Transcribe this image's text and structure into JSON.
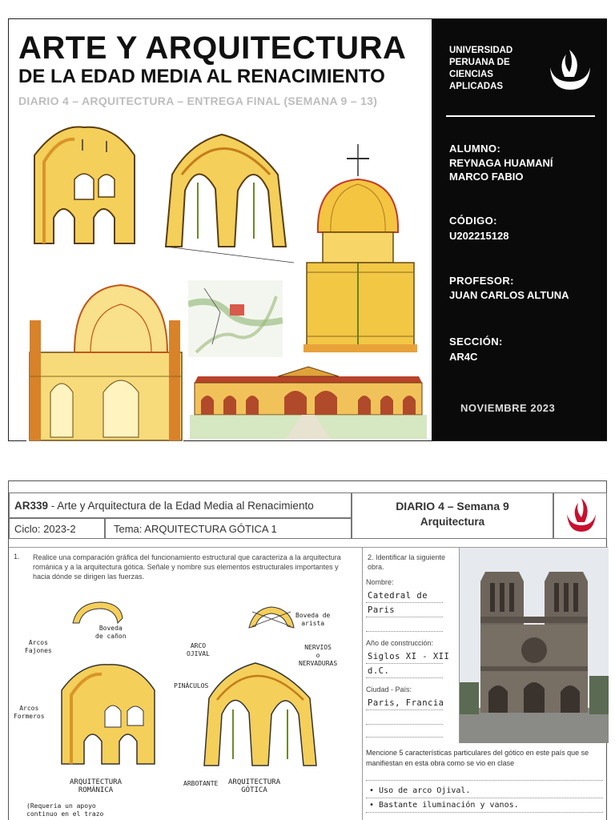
{
  "cover": {
    "title_main": "ARTE Y ARQUITECTURA",
    "title_sub": "DE LA EDAD MEDIA AL RENACIMIENTO",
    "title_diary": "DIARIO 4 – ARQUITECTURA – ENTREGA FINAL (SEMANA 9 – 13)",
    "university": "UNIVERSIDAD PERUANA DE CIENCIAS APLICADAS",
    "student_label": "ALUMNO:",
    "student_name_1": "REYNAGA HUAMANÍ",
    "student_name_2": "MARCO FABIO",
    "code_label": "CÓDIGO:",
    "code_value": "U202215128",
    "teacher_label": "PROFESOR:",
    "teacher_value": "JUAN CARLOS ALTUNA",
    "section_label": "SECCIÓN:",
    "section_value": "AR4C",
    "date": "NOVIEMBRE 2023",
    "colors": {
      "sketch_fill": "#f2c744",
      "black_panel": "#0a0a0a",
      "brand_red": "#c8102e"
    }
  },
  "sheet": {
    "course_code": "AR339",
    "course_name": " - Arte y Arquitectura de la Edad Media al Renacimiento",
    "cycle": "Ciclo: 2023-2",
    "theme": "Tema: ARQUITECTURA GÓTICA 1",
    "diary_line_1": "DIARIO 4 – Semana 9",
    "diary_line_2": "Arquitectura",
    "q1_num": "1.",
    "q1_text": "Realice una comparación gráfica del funcionamiento estructural que caracteriza a la arquitectura románica y a la arquitectura gótica. Señale y nombre sus elementos estructurales importantes y hacia dónde se dirigen las fuerzas.",
    "labels": {
      "boveda_canon": "Boveda\nde cañon",
      "arcos_fajones": "Arcos\nFajones",
      "arcos_formeros": "Arcos\nFormeros",
      "arq_romanica": "ARQUITECTURA\nROMÁNICA",
      "requeria": "(Requeria un apoyo\ncontinuo en el trazo",
      "boveda_arista": "Boveda de\narista",
      "arco_ojival": "ARCO\nOJIVAL",
      "nervios": "NERVIOS\no\nNERVADURAS",
      "pinaculos": "PINÁCULOS",
      "arbotante": "ARBOTANTE",
      "arq_gotica": "ARQUITECTURA\nGÓTICA"
    },
    "q2_label": "2.   Identificar la siguiente obra.",
    "name_label": "Nombre:",
    "name_value_1": "Catedral de",
    "name_value_2": "Paris",
    "year_label": "Año de construcción:",
    "year_value_1": "Siglos XI - XII",
    "year_value_2": "d.C.",
    "city_label": "Ciudad - País:",
    "city_value": "Paris, Francia",
    "q3_text": "Mencione 5 características particulares del gótico en este país que se manifiestan en esta obra como se vio en clase",
    "q3_items": [
      "• Uso de arco Ojival.",
      "• Bastante iluminación y vanos."
    ]
  }
}
